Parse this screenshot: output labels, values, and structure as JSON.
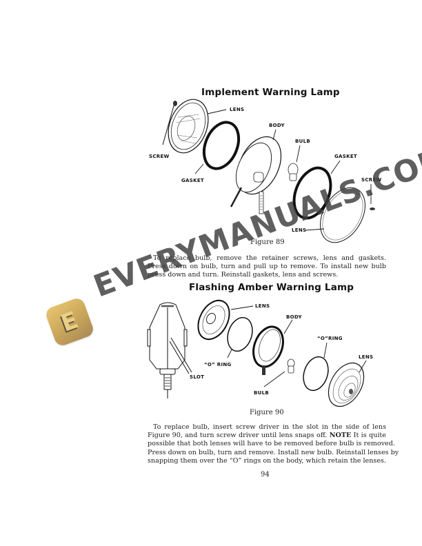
{
  "section1": {
    "heading": "Implement Warning Lamp",
    "figure_caption": "Figure 89",
    "labels": {
      "lens_top": "LENS",
      "body": "BODY",
      "bulb": "BULB",
      "screw_left": "SCREW",
      "gasket_left": "GASKET",
      "gasket_right": "GASKET",
      "screw_right": "SCREW",
      "lens_bottom": "LENS"
    },
    "paragraph_lines": [
      "To replace bulb, remove the retainer screws, lens and gaskets.",
      "Press down on bulb, turn and pull up to remove. To install new bulb",
      "press down and turn. Reinstall gaskets, lens and screws."
    ]
  },
  "section2": {
    "heading": "Flashing Amber Warning Lamp",
    "figure_caption": "Figure 90",
    "labels": {
      "lens_top": "LENS",
      "body": "BODY",
      "o_ring_right": "“O”RING",
      "lens_right": "LENS",
      "o_ring_left": "“O” RING",
      "slot": "SLOT",
      "bulb": "BULB"
    },
    "paragraph": {
      "line1": "To replace bulb, insert screw driver in the slot in the side of lens",
      "line2_before": "Figure 90, and turn screw driver until lens snaps off.",
      "line2_note": "NOTE",
      "line2_after": "It is quite",
      "line3": "possible that both lenses will have to be removed before bulb is removed.",
      "line4": "Press down on bulb, turn and remove. Install new bulb. Reinstall lenses by",
      "line5": "snapping them over the “O” rings on the body, which retain the lenses."
    }
  },
  "page_number": "94",
  "watermark": {
    "text": "EVERYMANUALS.COM",
    "logo_letter": "E",
    "logo_color": "#d4b060",
    "text_color": "#3c3c3c"
  }
}
